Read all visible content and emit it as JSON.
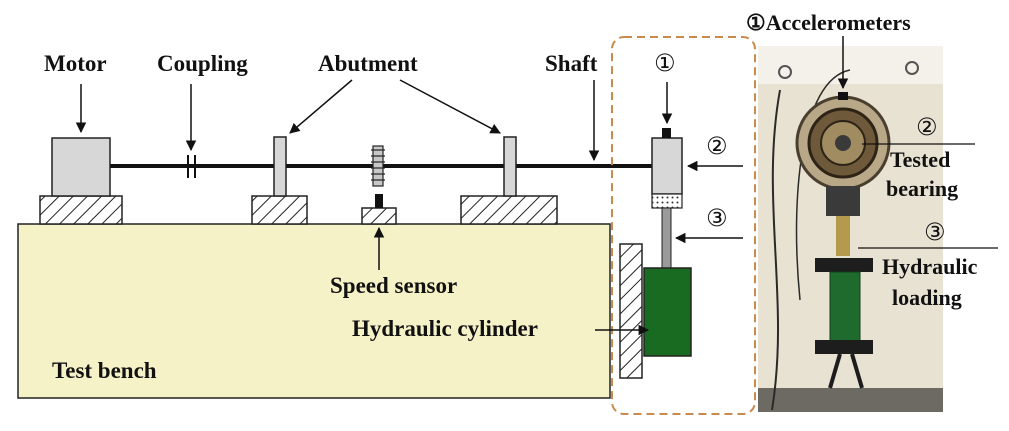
{
  "labels": {
    "motor": "Motor",
    "coupling": "Coupling",
    "abutment": "Abutment",
    "shaft": "Shaft",
    "speed_sensor": "Speed sensor",
    "hydraulic_cylinder": "Hydraulic cylinder",
    "test_bench": "Test bench"
  },
  "markers": {
    "m1": "①",
    "m2": "②",
    "m3": "③"
  },
  "photo_labels": {
    "accelerometers": "①Accelerometers",
    "m2": "②",
    "tested": "Tested",
    "bearing": "bearing",
    "m3": "③",
    "hydraulic": "Hydraulic",
    "loading": "loading"
  },
  "colors": {
    "bench_fill": "#f6f2c8",
    "part_gray": "#d7d7d7",
    "cylinder_green": "#1a6b22",
    "dash_box": "#c98a4e",
    "photo_wall": "#e8e2d2"
  }
}
